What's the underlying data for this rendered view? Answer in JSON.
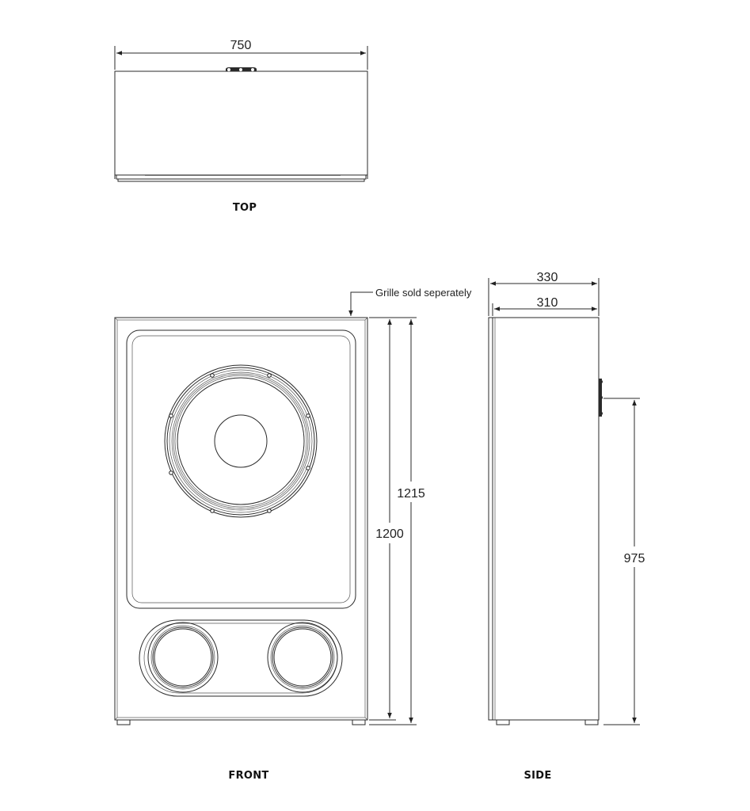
{
  "views": {
    "top": {
      "label": "TOP"
    },
    "front": {
      "label": "FRONT"
    },
    "side": {
      "label": "SIDE"
    }
  },
  "dimensions": {
    "top_width": "750",
    "front_height_cabinet": "1200",
    "front_height_overall": "1215",
    "side_depth_overall": "330",
    "side_depth_cabinet": "310",
    "side_connector_height": "975"
  },
  "notes": {
    "grille": "Grille sold seperately"
  }
}
